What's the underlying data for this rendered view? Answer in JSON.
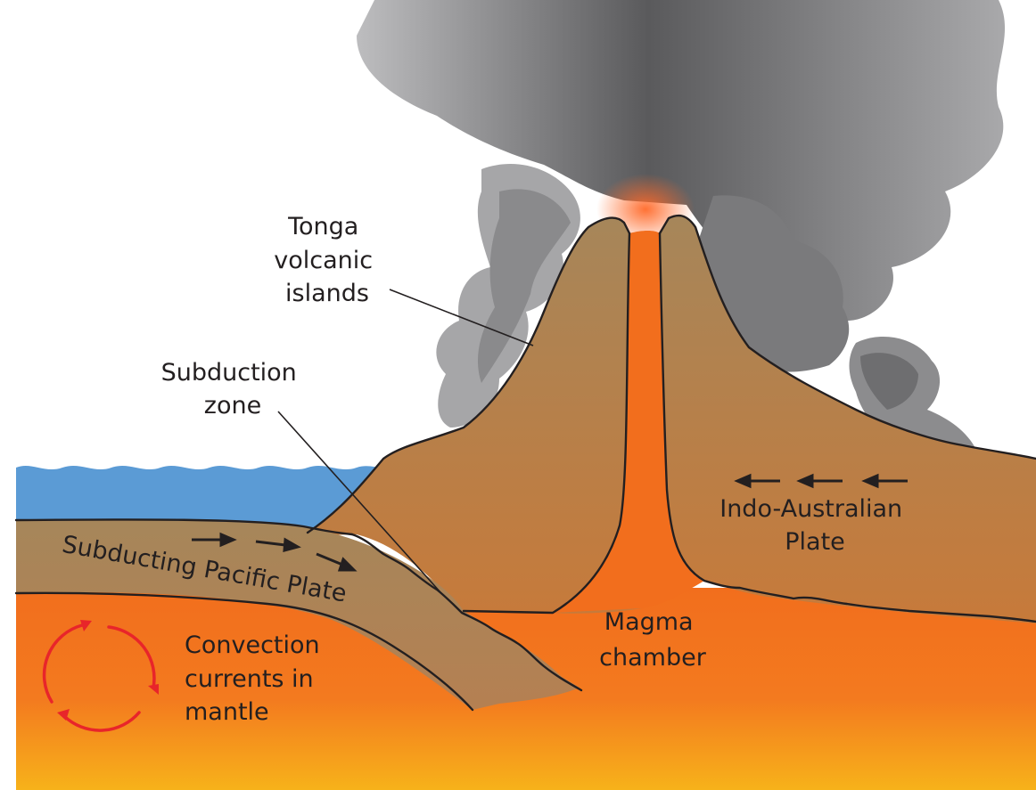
{
  "labels": {
    "tonga": [
      "Tonga",
      "volcanic",
      "islands"
    ],
    "subduction_zone": [
      "Subduction",
      "zone"
    ],
    "pacific_plate": "Subducting Pacific Plate",
    "indo_australian": [
      "Indo-Australian",
      "Plate"
    ],
    "magma_chamber": [
      "Magma",
      "chamber"
    ],
    "convection": [
      "Convection",
      "currents in",
      "mantle"
    ]
  },
  "colors": {
    "ocean": "#5b9bd5",
    "crust": "#a6865a",
    "magma": "#f26e1d",
    "mantle_bottom": "#f7b21a",
    "ash_dark": "#4a4a4c",
    "ash_light": "#b8b8ba",
    "convection_arrows": "#e8252a",
    "outline": "#231f20"
  },
  "icons": {
    "plate_motion_arrows": "arrow-right-icon",
    "indo_australian_arrows": "arrow-left-icon",
    "convection": "circular-arrows-icon"
  }
}
